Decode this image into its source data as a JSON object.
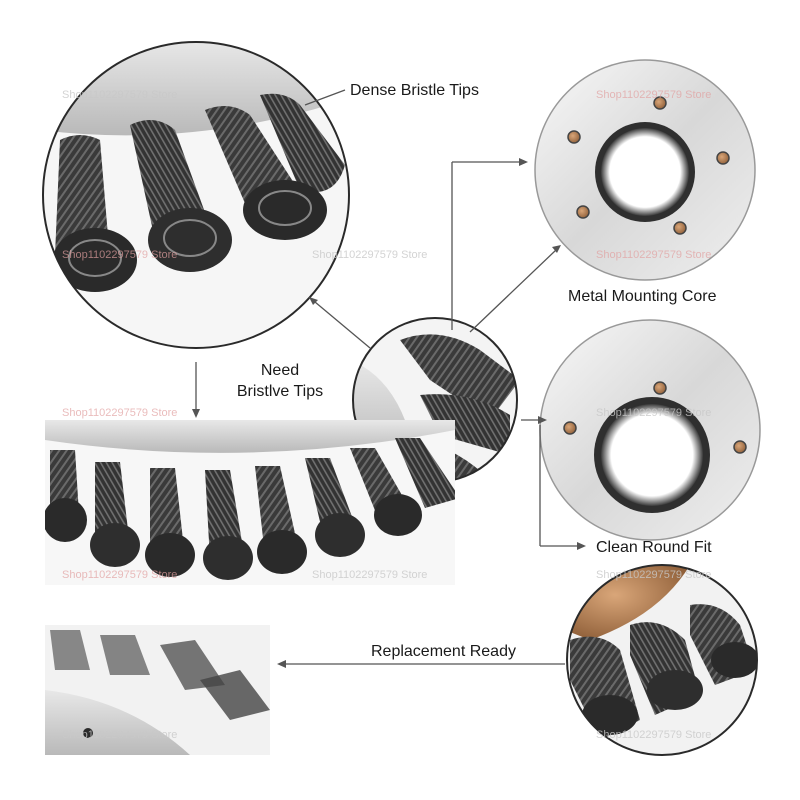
{
  "labels": {
    "dense_bristle_tips": "Dense Bristle Tips",
    "metal_mounting_core": "Metal Mounting Core",
    "need_bristle_line1": "Need",
    "need_bristle_line2": "Bristlve Tips",
    "clean_round_fit": "Clean Round Fit",
    "replacement_ready": "Replacement Ready"
  },
  "watermark": "Shop1102297579 Store",
  "colors": {
    "line": "#555555",
    "steel_light": "#f2f2f2",
    "steel_mid": "#cfcfcf",
    "wire_dark": "#2b2b2b",
    "copper": "#b07a4a"
  }
}
